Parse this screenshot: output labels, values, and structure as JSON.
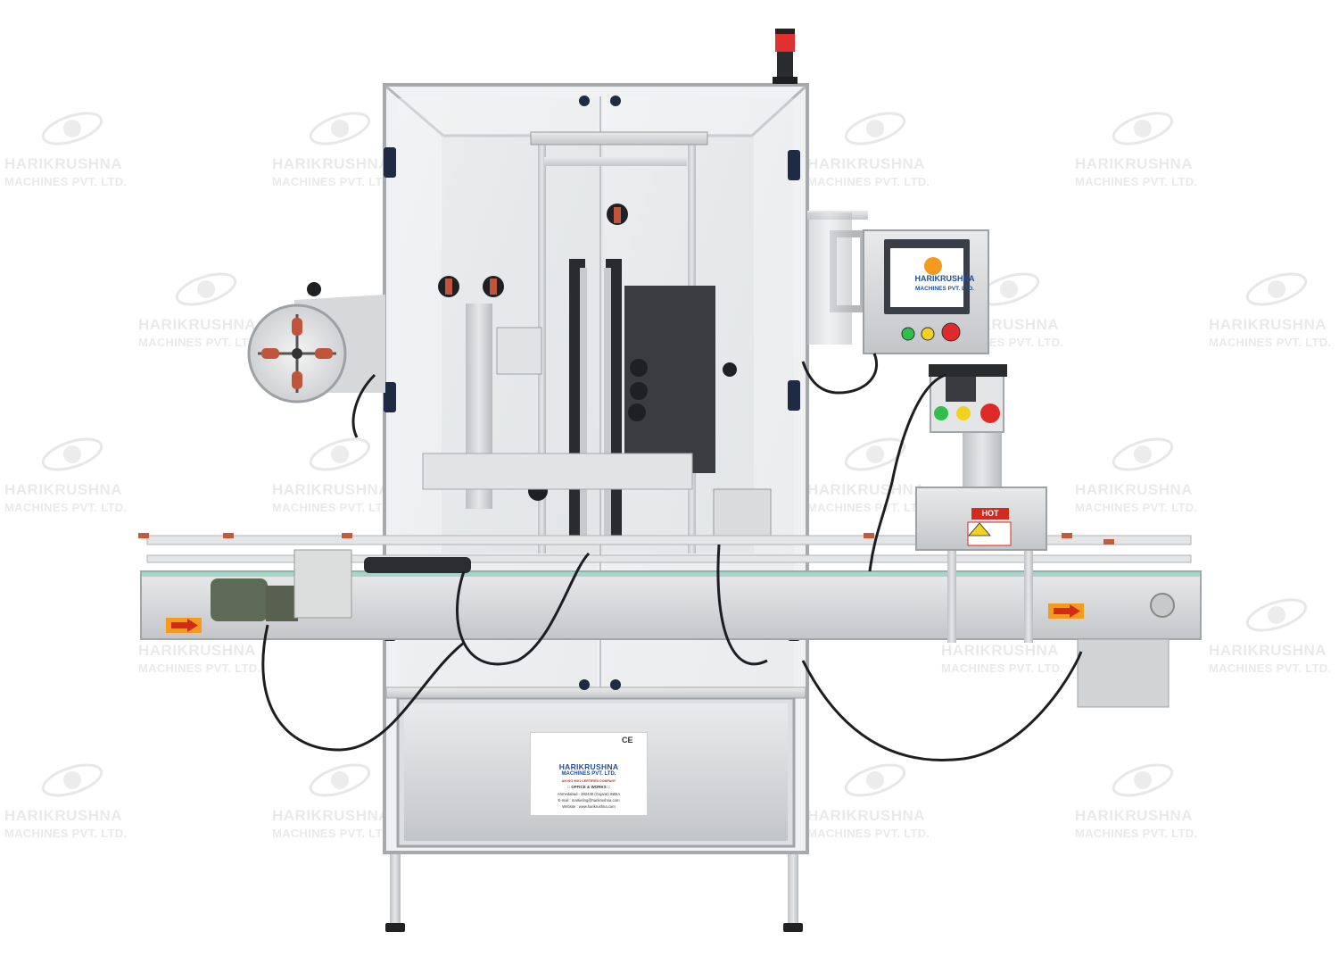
{
  "watermark": {
    "line1": "HARIKRUSHNA",
    "line2": "MACHINES PVT. LTD.",
    "color": "#c8c8c8"
  },
  "hmi": {
    "brand": "HARIKRUSHNA",
    "subtitle": "MACHINES PVT. LTD.",
    "bezel_color": "#3a3f47",
    "screen_color": "#ffffff"
  },
  "warning": {
    "hot_label": "HOT",
    "hot_color": "#d42a1c"
  },
  "nameplate": {
    "ce_mark": "CE",
    "brand": "HARIKRUSHNA",
    "subtitle": "MACHINES PVT. LTD.",
    "iso_line": "AN ISO 9001 CERTIFIED COMPANY",
    "office_heading": ":: OFFICE & WORKS ::",
    "address": "Ahmedabad - 382440 (Gujarat) INDIA",
    "email": "E-mail : marketing@harikrushna.com",
    "website": "Website : www.harikrushna.com"
  },
  "colors": {
    "steel": "#d4d6d8",
    "steel_dark": "#a9acaf",
    "black": "#1f2024",
    "brand_orange": "#f49a1c",
    "brand_blue": "#1d4f9a",
    "beacon_red": "#e03030",
    "button_green": "#2fbf4a",
    "button_yellow": "#f2d21e",
    "button_red": "#e02a2a"
  }
}
